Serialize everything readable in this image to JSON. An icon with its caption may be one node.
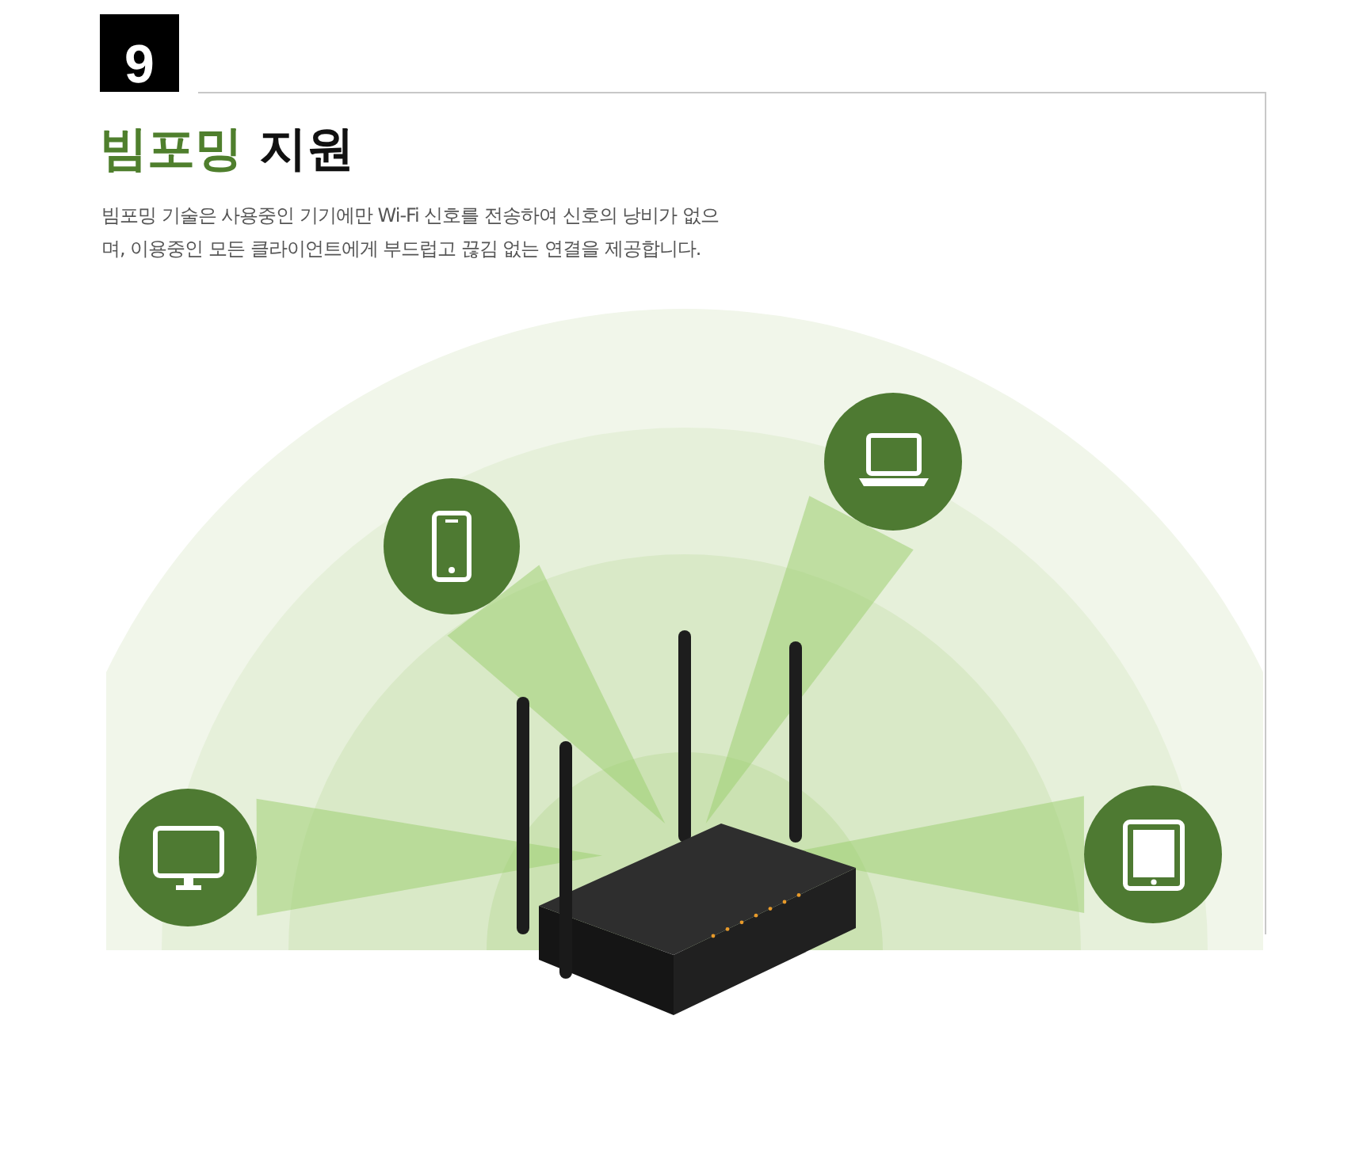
{
  "diagram": {
    "title": "빔포밍 지원",
    "nodes": [
      {
        "text": [],
        "shape": "picture"
      },
      {
        "text": [],
        "shape": "circle"
      },
      {
        "text": [],
        "shape": "circle"
      },
      {
        "text": [],
        "shape": "circle"
      },
      {
        "text": [],
        "shape": "circle"
      }
    ],
    "edges": [
      {
        "from": 0,
        "to": 1,
        "arrow": "none"
      },
      {
        "from": 0,
        "to": 2,
        "arrow": "none"
      },
      {
        "from": 0,
        "to": 3,
        "arrow": "none"
      },
      {
        "from": 0,
        "to": 4,
        "arrow": "none"
      }
    ],
    "labels": [
      "9",
      "빔포밍 기술은 사용중인 기기에만 Wi-Fi 신호를 전송하여 신호의 낭비가 없으며, 이용중인 모든 클라이언트에게 부드럽고 끊김 없는 연결을 제공합니다."
    ]
  }
}
